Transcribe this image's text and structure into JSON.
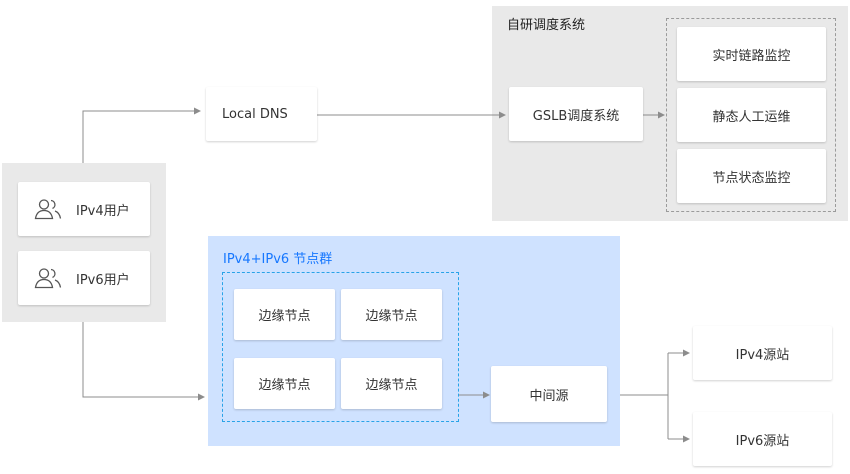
{
  "users": {
    "ipv4_label": "IPv4用户",
    "ipv6_label": "IPv6用户"
  },
  "local_dns": {
    "label": "Local DNS"
  },
  "scheduler": {
    "title": "自研调度系统",
    "gslb_label": "GSLB调度系统",
    "features": [
      "实时链路监控",
      "静态人工运维",
      "节点状态监控"
    ]
  },
  "edge_cluster": {
    "title": "IPv4+IPv6 节点群",
    "nodes": [
      "边缘节点",
      "边缘节点",
      "边缘节点",
      "边缘节点"
    ],
    "middle_label": "中间源"
  },
  "origins": {
    "ipv4_label": "IPv4源站",
    "ipv6_label": "IPv6源站"
  },
  "colors": {
    "gray_panel": "#e9e9e9",
    "blue_panel": "#cfe2ff",
    "blue_title": "#1677ff",
    "dashed_blue": "#29a3e8",
    "connector": "#8c8c8c"
  }
}
